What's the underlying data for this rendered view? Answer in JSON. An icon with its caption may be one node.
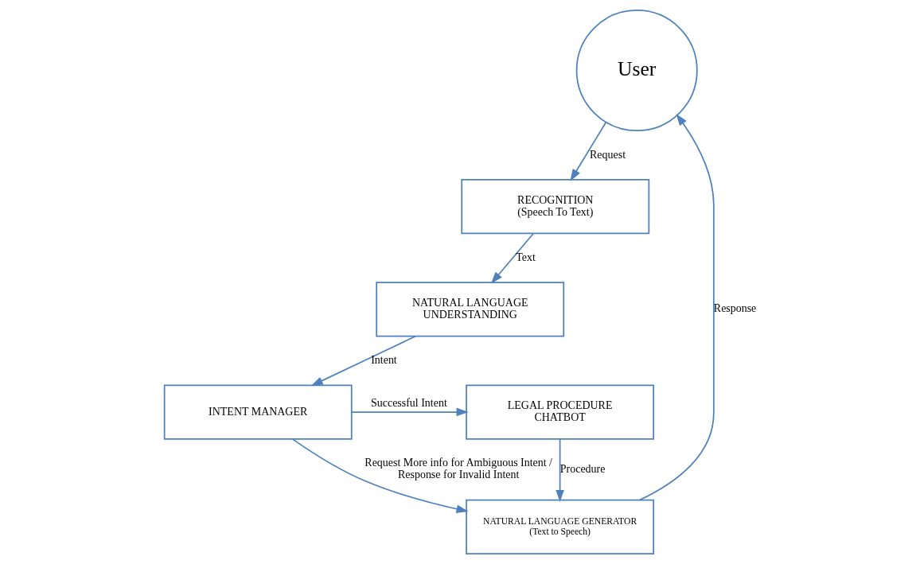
{
  "diagram": {
    "nodes": [
      {
        "text": [
          "User"
        ]
      },
      {
        "text": [
          "RECOGNITION",
          "(Speech To Text)"
        ]
      },
      {
        "text": [
          "NATURAL LANGUAGE UNDERSTANDING"
        ]
      },
      {
        "text": [
          "INTENT MANAGER"
        ]
      },
      {
        "text": [
          "LEGAL PROCEDURE CHATBOT"
        ]
      },
      {
        "text": [
          "NATURAL LANGUAGE GENERATOR",
          "(Text to Speech)"
        ]
      }
    ],
    "edges": [
      {
        "from": 0,
        "to": 1,
        "arrow": "to",
        "label": "Request"
      },
      {
        "from": 1,
        "to": 2,
        "arrow": "to",
        "label": "Text"
      },
      {
        "from": 2,
        "to": 3,
        "arrow": "to",
        "label": "Intent"
      },
      {
        "from": 3,
        "to": 4,
        "arrow": "to",
        "label": "Successful Intent"
      },
      {
        "from": 3,
        "to": 5,
        "arrow": "to",
        "label": "Request More info for Ambiguous Intent / Response for Invalid Intent"
      },
      {
        "from": 4,
        "to": 5,
        "arrow": "to",
        "label": "Procedure"
      },
      {
        "from": 5,
        "to": 0,
        "arrow": "to",
        "label": "Response"
      }
    ]
  }
}
